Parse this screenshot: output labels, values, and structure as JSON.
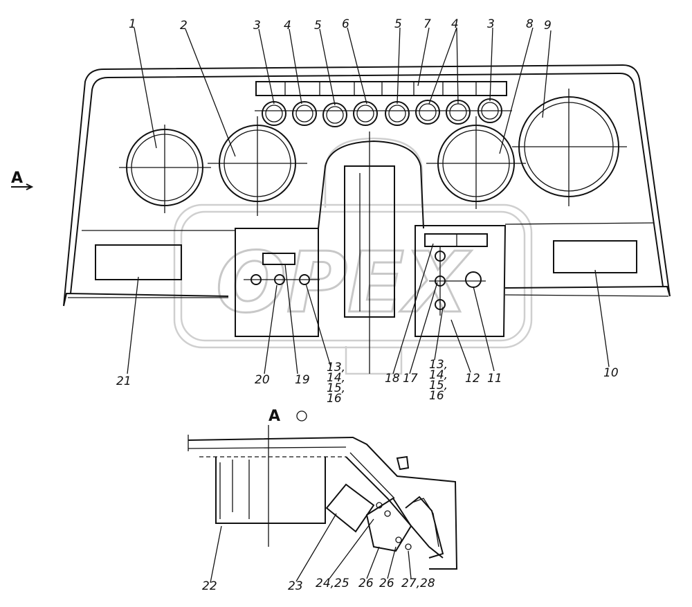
{
  "watermark": "OPEX",
  "view_marker": "A",
  "section_title": "A",
  "labels": {
    "l1": "1",
    "l2": "2",
    "l3a": "3",
    "l4a": "4",
    "l5a": "5",
    "l6": "6",
    "l5b": "5",
    "l7": "7",
    "l4b": "4",
    "l3b": "3",
    "l8": "8",
    "l9": "9",
    "l21": "21",
    "l20": "20",
    "l19": "19",
    "l13_16_left": "13,\n14,\n15,\n16",
    "l18": "18",
    "l17": "17",
    "l13_16_right": "13,\n14,\n15,\n16",
    "l12": "12",
    "l11": "11",
    "l10": "10",
    "l22": "22",
    "l23": "23",
    "l24_25": "24,25",
    "l26a": "26",
    "l26b": "26",
    "l27_28": "27,28"
  }
}
